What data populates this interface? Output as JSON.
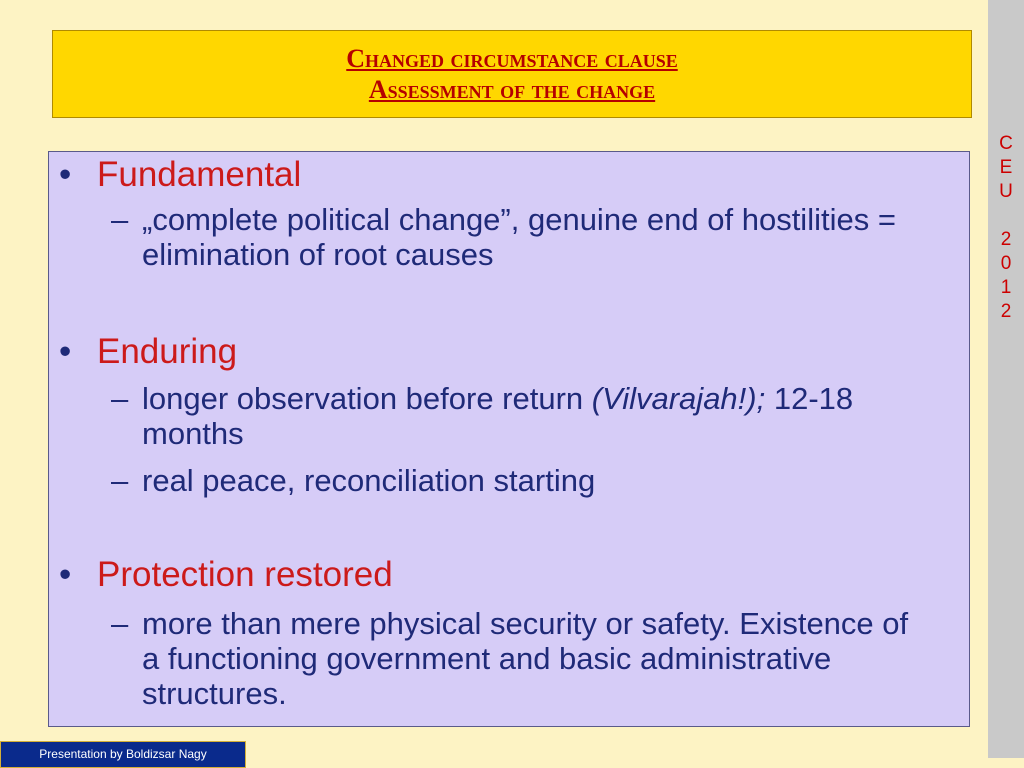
{
  "title": {
    "line1": "Changed circumstance clause",
    "line2": "Assessment of the change"
  },
  "bullets": [
    {
      "label": "Fundamental",
      "subs": [
        {
          "text": "„complete political change”, genuine end of hostilities  = elimination of root causes"
        }
      ]
    },
    {
      "label": "Enduring",
      "subs": [
        {
          "text_before": "longer observation before return ",
          "text_italic": "(Vilvarajah!);",
          "text_after": " 12-18 months"
        },
        {
          "text": "real peace, reconciliation starting"
        }
      ]
    },
    {
      "label": "Protection restored",
      "subs": [
        {
          "text": "more than mere physical security or safety. Existence of a functioning government and basic administrative structures."
        }
      ]
    }
  ],
  "side_text": "C\nE\nU\n\n2\n0\n1\n2",
  "footer": "Presentation by Boldizsar Nagy",
  "symbols": {
    "bullet": "•",
    "dash": "–"
  },
  "colors": {
    "background": "#fdf3c4",
    "title_bg": "#ffd700",
    "title_text": "#b50000",
    "content_bg": "#d6ccf7",
    "heading_text": "#cc1a1a",
    "body_text": "#1f2a78",
    "footer_bg": "#0a2a8c"
  }
}
